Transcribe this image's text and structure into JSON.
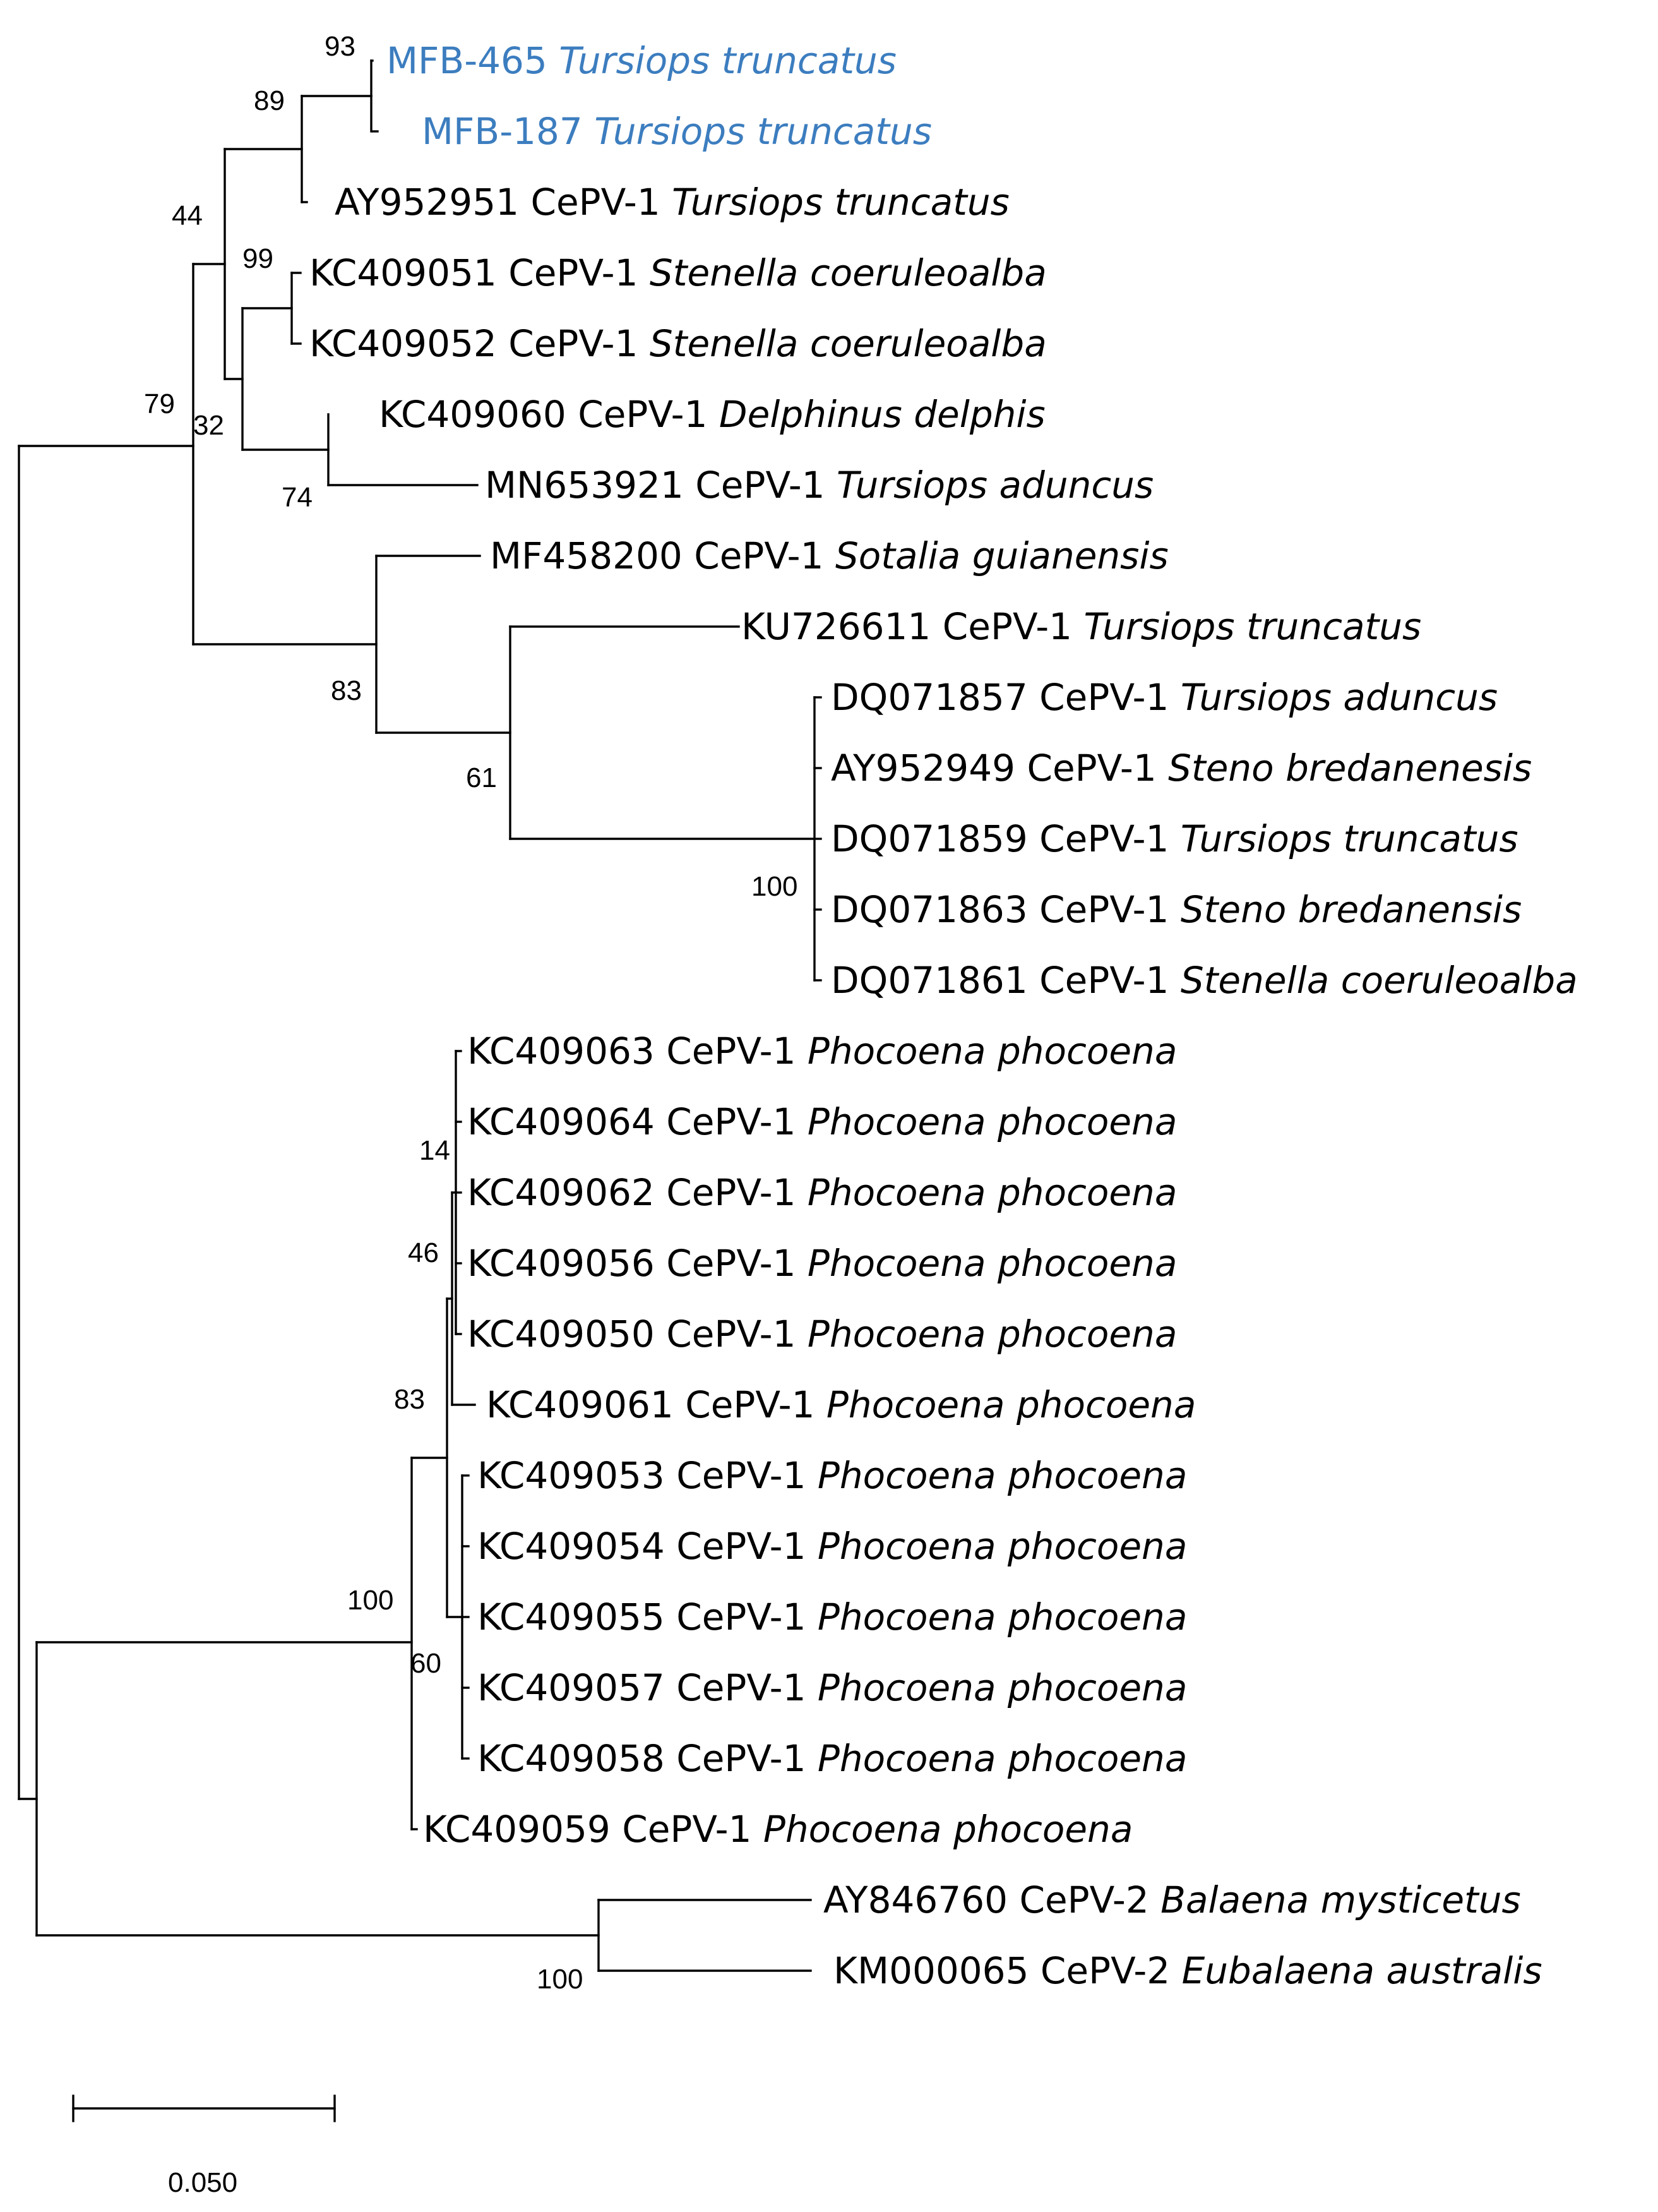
{
  "tree": {
    "highlight_color": "#3c7dbf",
    "line_color": "#000000",
    "leaves": [
      {
        "accession": "MFB-465",
        "type": "",
        "species": "Tursiops truncatus",
        "highlight": true
      },
      {
        "accession": "MFB-187",
        "type": "",
        "species": "Tursiops truncatus",
        "highlight": true
      },
      {
        "accession": "AY952951",
        "type": "CePV-1",
        "species": "Tursiops truncatus"
      },
      {
        "accession": "KC409051",
        "type": "CePV-1",
        "species": "Stenella coeruleoalba"
      },
      {
        "accession": "KC409052",
        "type": "CePV-1",
        "species": "Stenella coeruleoalba"
      },
      {
        "accession": "KC409060",
        "type": "CePV-1",
        "species": "Delphinus delphis"
      },
      {
        "accession": "MN653921",
        "type": "CePV-1",
        "species": "Tursiops aduncus"
      },
      {
        "accession": "MF458200",
        "type": "CePV-1",
        "species": "Sotalia guianensis"
      },
      {
        "accession": "KU726611",
        "type": "CePV-1",
        "species": "Tursiops truncatus"
      },
      {
        "accession": "DQ071857",
        "type": "CePV-1",
        "species": "Tursiops aduncus"
      },
      {
        "accession": "AY952949",
        "type": "CePV-1",
        "species": "Steno bredanenesis"
      },
      {
        "accession": "DQ071859",
        "type": "CePV-1",
        "species": "Tursiops truncatus"
      },
      {
        "accession": "DQ071863",
        "type": "CePV-1",
        "species": "Steno bredanensis"
      },
      {
        "accession": "DQ071861",
        "type": "CePV-1",
        "species": "Stenella coeruleoalba"
      },
      {
        "accession": "KC409063",
        "type": "CePV-1",
        "species": "Phocoena phocoena"
      },
      {
        "accession": "KC409064",
        "type": "CePV-1",
        "species": "Phocoena phocoena"
      },
      {
        "accession": "KC409062",
        "type": "CePV-1",
        "species": "Phocoena phocoena"
      },
      {
        "accession": "KC409056",
        "type": "CePV-1",
        "species": "Phocoena phocoena"
      },
      {
        "accession": "KC409050",
        "type": "CePV-1",
        "species": "Phocoena phocoena"
      },
      {
        "accession": "KC409061",
        "type": "CePV-1",
        "species": "Phocoena phocoena"
      },
      {
        "accession": "KC409053",
        "type": "CePV-1",
        "species": "Phocoena phocoena"
      },
      {
        "accession": "KC409054",
        "type": "CePV-1",
        "species": "Phocoena phocoena"
      },
      {
        "accession": "KC409055",
        "type": "CePV-1",
        "species": "Phocoena phocoena"
      },
      {
        "accession": "KC409057",
        "type": "CePV-1",
        "species": "Phocoena phocoena"
      },
      {
        "accession": "KC409058",
        "type": "CePV-1",
        "species": "Phocoena phocoena"
      },
      {
        "accession": "KC409059",
        "type": "CePV-1",
        "species": "Phocoena phocoena"
      },
      {
        "accession": "AY846760",
        "type": "CePV-2",
        "species": "Balaena mysticetus"
      },
      {
        "accession": "KM000065",
        "type": "CePV-2",
        "species": "Eubalaena australis"
      }
    ],
    "bootstrap_values": [
      "93",
      "89",
      "44",
      "99",
      "79",
      "32",
      "74",
      "83",
      "61",
      "100",
      "14",
      "46",
      "83",
      "100",
      "60",
      "100"
    ],
    "scale_bar_label": "0.050"
  }
}
